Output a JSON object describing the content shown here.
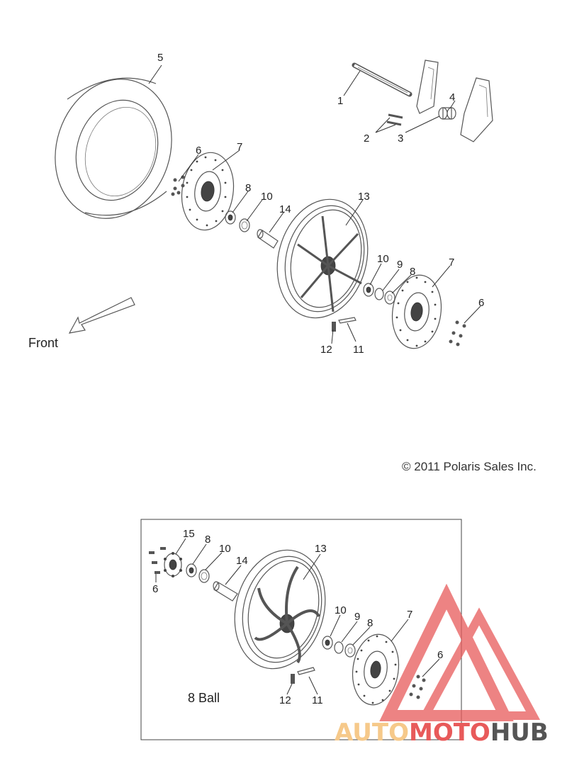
{
  "diagram": {
    "top_callouts": {
      "n1": "1",
      "n2": "2",
      "n3": "3",
      "n4": "4",
      "n5": "5",
      "n6a": "6",
      "n6b": "6",
      "n7a": "7",
      "n7b": "7",
      "n8a": "8",
      "n8b": "8",
      "n9": "9",
      "n10a": "10",
      "n10b": "10",
      "n11": "11",
      "n12": "12",
      "n13": "13",
      "n14": "14"
    },
    "front_label": "Front",
    "copyright": "© 2011 Polaris Sales Inc.",
    "inset": {
      "label": "8 Ball",
      "callouts": {
        "n15": "15",
        "n8a": "8",
        "n10a": "10",
        "n14": "14",
        "n6a": "6",
        "n13": "13",
        "n10b": "10",
        "n9": "9",
        "n8b": "8",
        "n7": "7",
        "n6b": "6",
        "n12": "12",
        "n11": "11"
      }
    }
  },
  "watermark": {
    "part1": "AUTO",
    "part2": "MOTO",
    "part3": "HUB",
    "color_light": "#f6c98a",
    "color_red": "#e85a5a",
    "color_dark": "#555555"
  }
}
